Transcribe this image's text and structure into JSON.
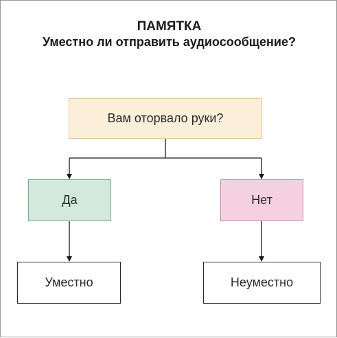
{
  "header": {
    "title": "ПАМЯТКА",
    "subtitle": "Уместно ли отправить аудиосообщение?"
  },
  "nodes": {
    "question": "Вам оторвало руки?",
    "yes": "Да",
    "no": "Нет",
    "appropriate": "Уместно",
    "inappropriate": "Неуместно"
  },
  "colors": {
    "question_fill": "#fcefd9",
    "yes_fill": "#d2e9dc",
    "no_fill": "#f5d1e0",
    "line": "#1a1a1a"
  }
}
